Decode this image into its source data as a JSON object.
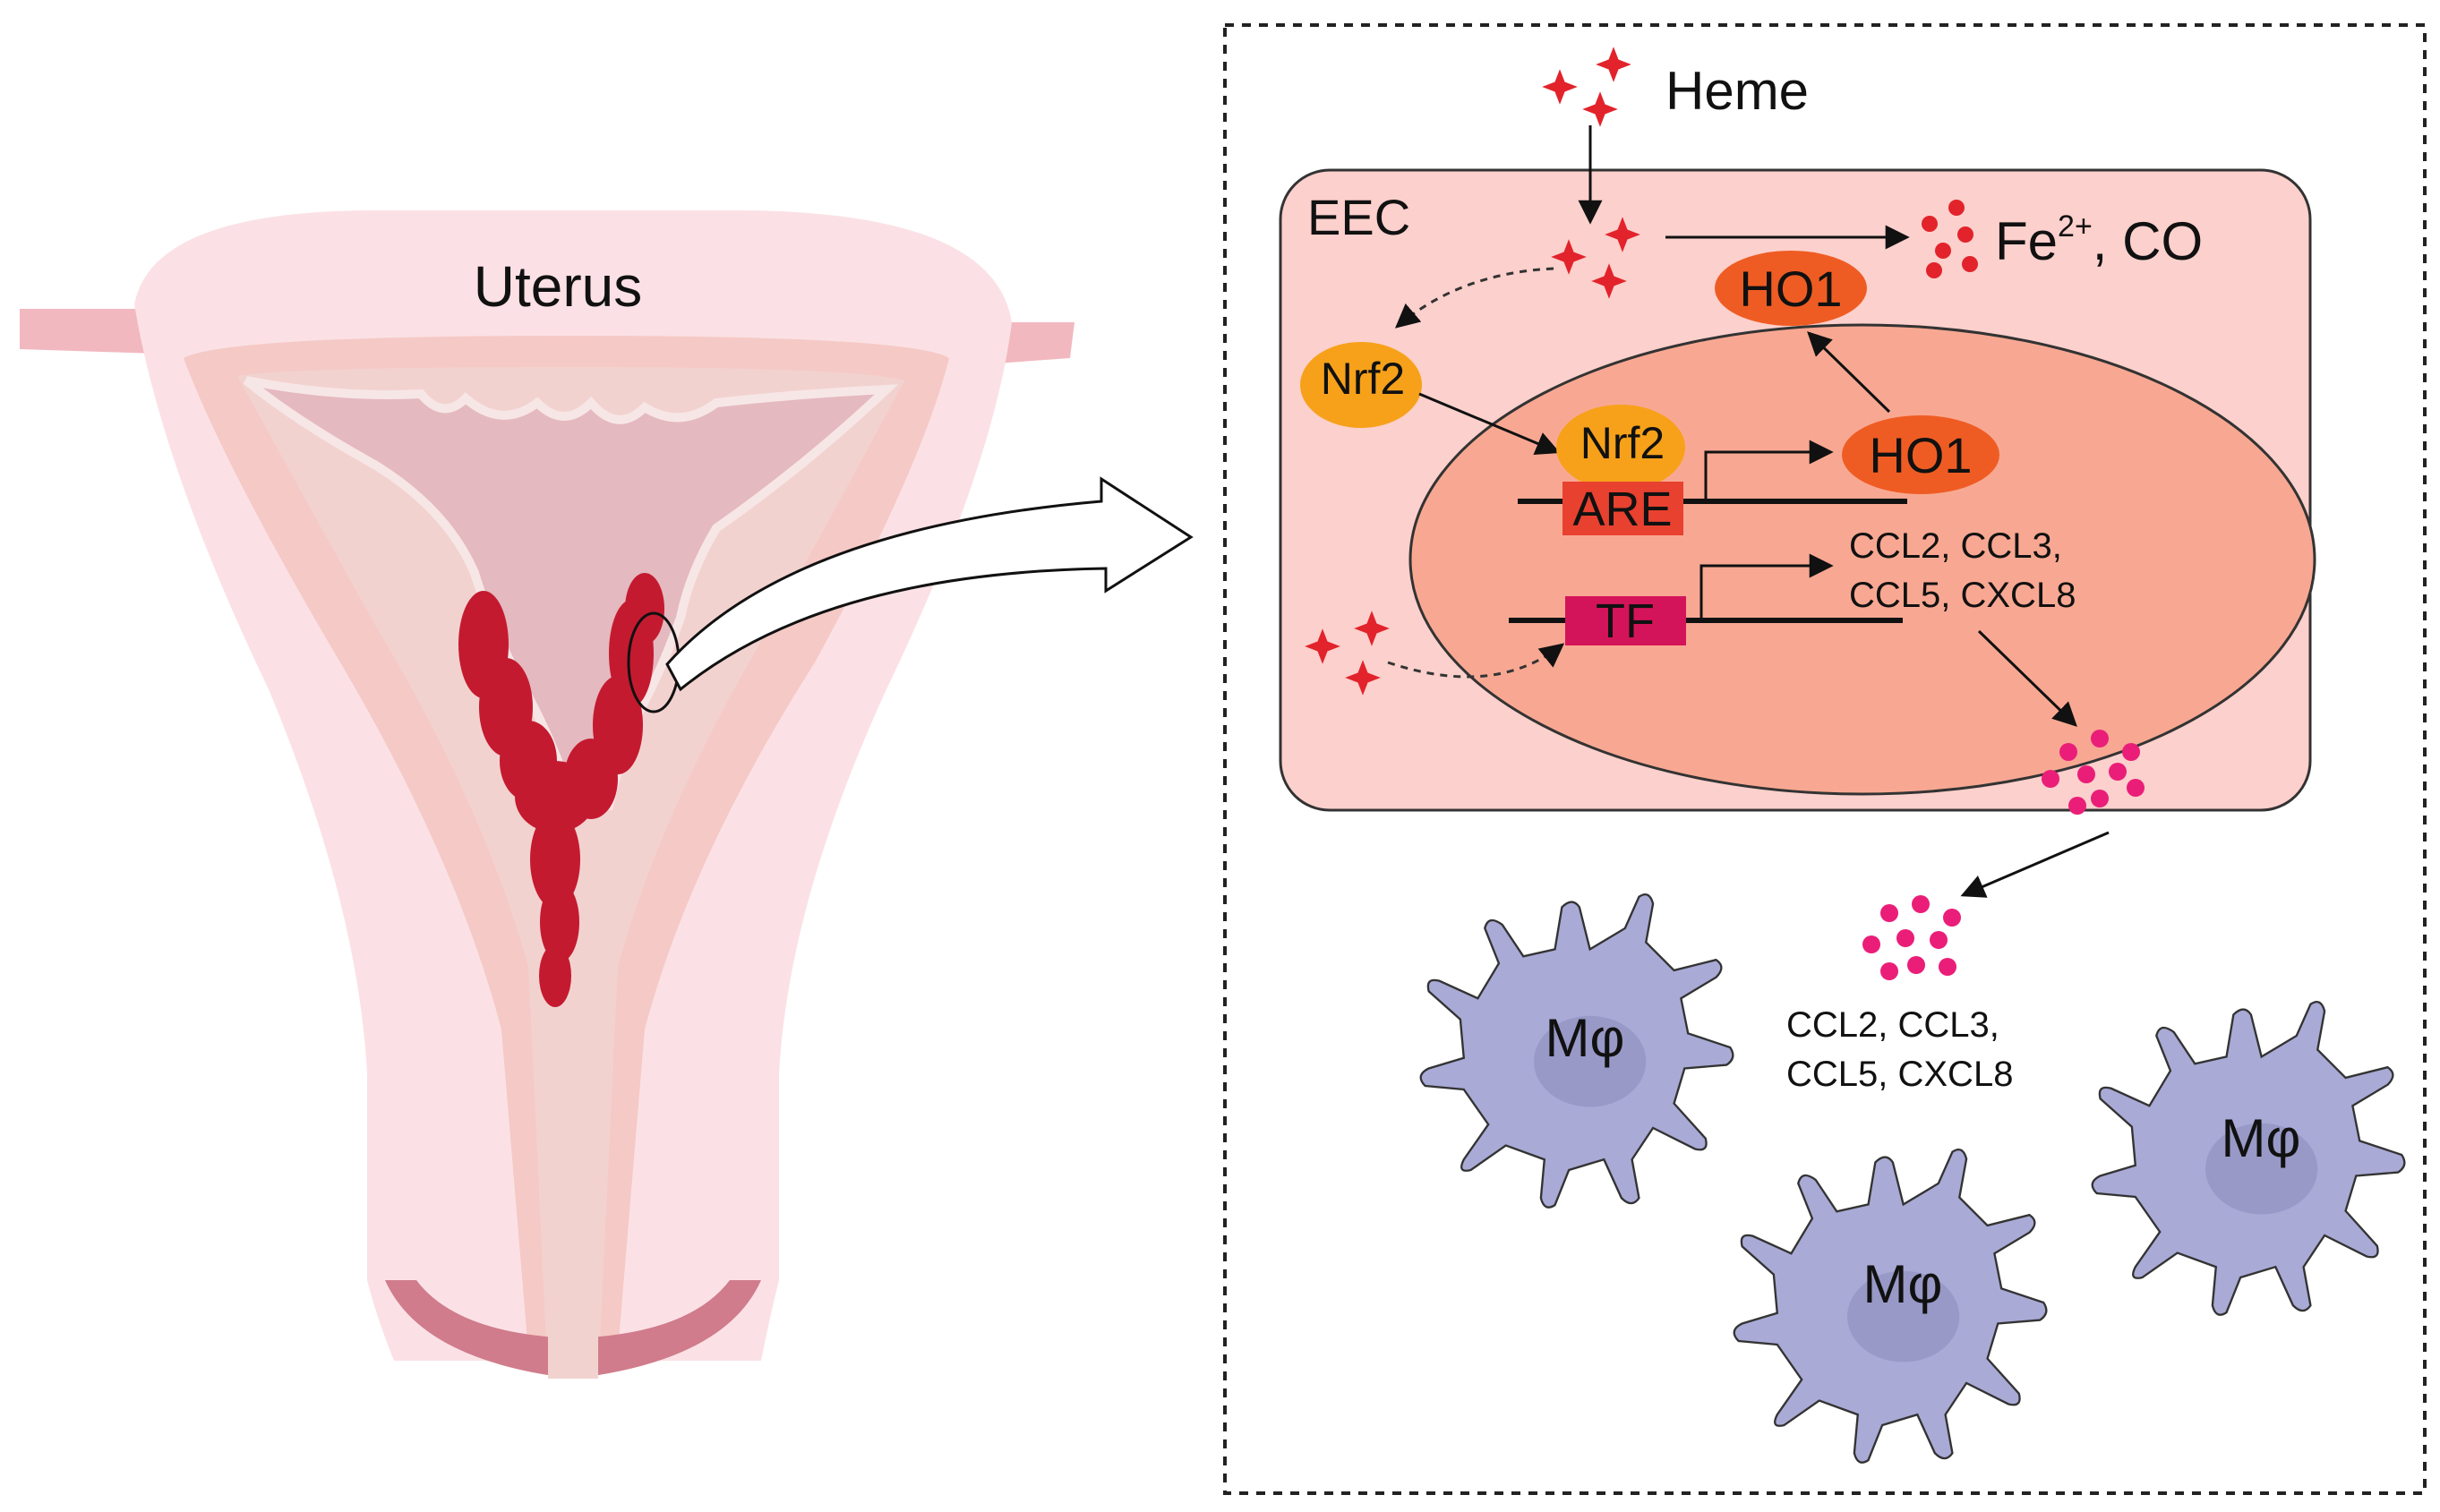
{
  "uterus": {
    "label": "Uterus"
  },
  "panel": {
    "heme_label": "Heme",
    "cell_label": "EEC",
    "products_label": "Fe",
    "products_sup": "2+",
    "products_suffix": ", CO",
    "ho1_cytoplasm": "HO1",
    "ho1_nucleus": "HO1",
    "nrf2_cytoplasm": "Nrf2",
    "nrf2_nucleus": "Nrf2",
    "are_label": "ARE",
    "tf_label": "TF",
    "chemokines_inside": [
      "CCL2, CCL3,",
      "CCL5, CXCL8"
    ],
    "chemokines_outside": [
      "CCL2, CCL3,",
      "CCL5, CXCL8"
    ],
    "macrophage_label": "Mφ"
  },
  "colors": {
    "heme": "#e2232b",
    "cell": "#fcd0cc",
    "nucleus": "#f8a892",
    "ho1": "#ef5c23",
    "nrf2": "#f7a11a",
    "are": "#e8412f",
    "tf": "#d4145a",
    "chemokine": "#ea1e78",
    "macrophage": "#a9aad6",
    "blood": "#c41a30"
  }
}
